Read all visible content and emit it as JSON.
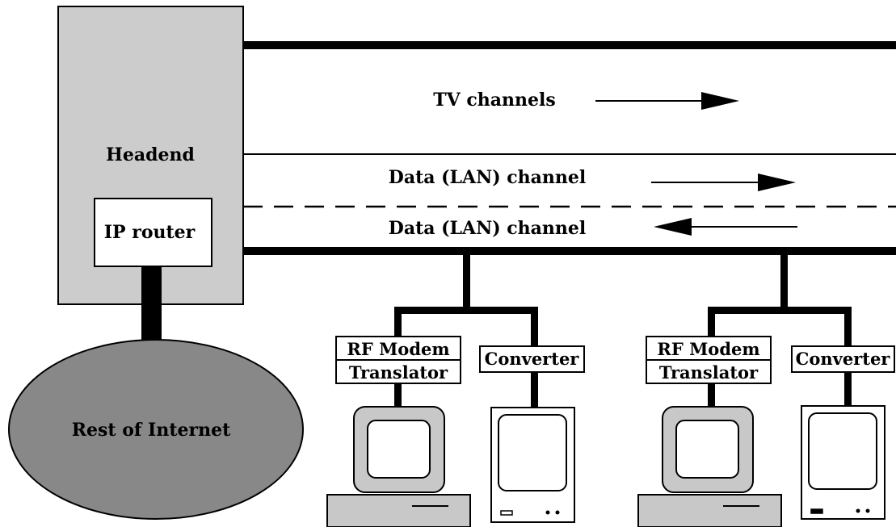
{
  "labels": {
    "headend": "Headend",
    "ip_router": "IP router",
    "rest_of_internet": "Rest of Internet",
    "tv_channels": "TV channels",
    "data_channel_down": "Data (LAN) channel",
    "data_channel_up": "Data (LAN) channel",
    "rf_modem_line1_left": "RF Modem",
    "rf_modem_line2_left": "Translator",
    "converter_left": "Converter",
    "rf_modem_line1_right": "RF Modem",
    "rf_modem_line2_right": "Translator",
    "converter_right": "Converter"
  },
  "colors": {
    "headend_fill": "#cccccc",
    "internet_fill": "#888888",
    "pc_fill": "#c8c8c8",
    "line": "#000000"
  }
}
